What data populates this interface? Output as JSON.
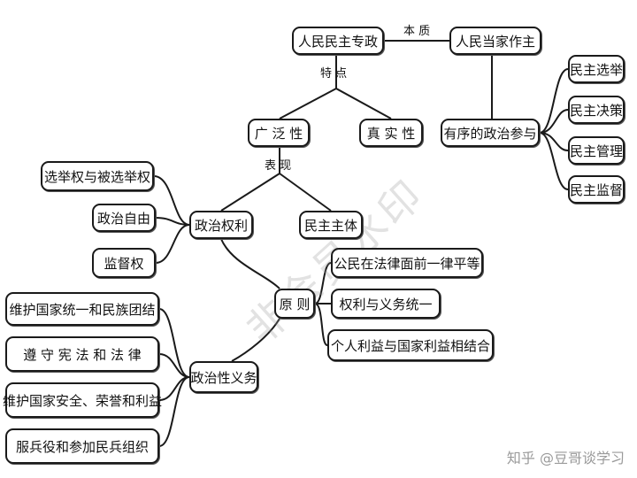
{
  "nodes": {
    "renmin_minzhu_zhuanzheng": "人民民主专政",
    "renmin_dangjia_zuozhu": "人民当家作主",
    "guangfanxing": "广 泛 性",
    "zhenshixing": "真 实 性",
    "youxu_zhengzhi_canyu": "有序的政治参与",
    "minzhu_xuanju": "民主选举",
    "minzhu_juece": "民主决策",
    "minzhu_guanli": "民主管理",
    "minzhu_jiandu": "民主监督",
    "xuanjuquan": "选举权与被选举权",
    "zhengzhi_ziyou": "政治自由",
    "jianduquan": "监督权",
    "zhengzhi_quanli": "政治权利",
    "minzhu_zhuti": "民主主体",
    "gongmin_pingdeng": "公民在法律面前一律平等",
    "yuanze": "原 则",
    "quanli_yiwu_tongyi": "权利与义务统一",
    "geren_guojia_liyi": "个人利益与国家利益相结合",
    "weihu_tongyi_tuanjie": "维护国家统一和民族团结",
    "zunshou_xianfa": "遵 守 宪 法 和 法 律",
    "weihu_anquan": "维护国家安全、荣誉和利益",
    "zhengzhixing_yiwu": "政治性义务",
    "fubingyi": "服兵役和参加民兵组织"
  },
  "edge_labels": {
    "benzhi": "本 质",
    "tedian": "特 点",
    "biaoxian": "表 现"
  },
  "watermark": "非会员水印",
  "credit": "知乎 @豆哥谈学习",
  "colors": {
    "line": "#1a1a1a",
    "border": "#1a1a1a",
    "watermark": "#c8c8c8"
  }
}
